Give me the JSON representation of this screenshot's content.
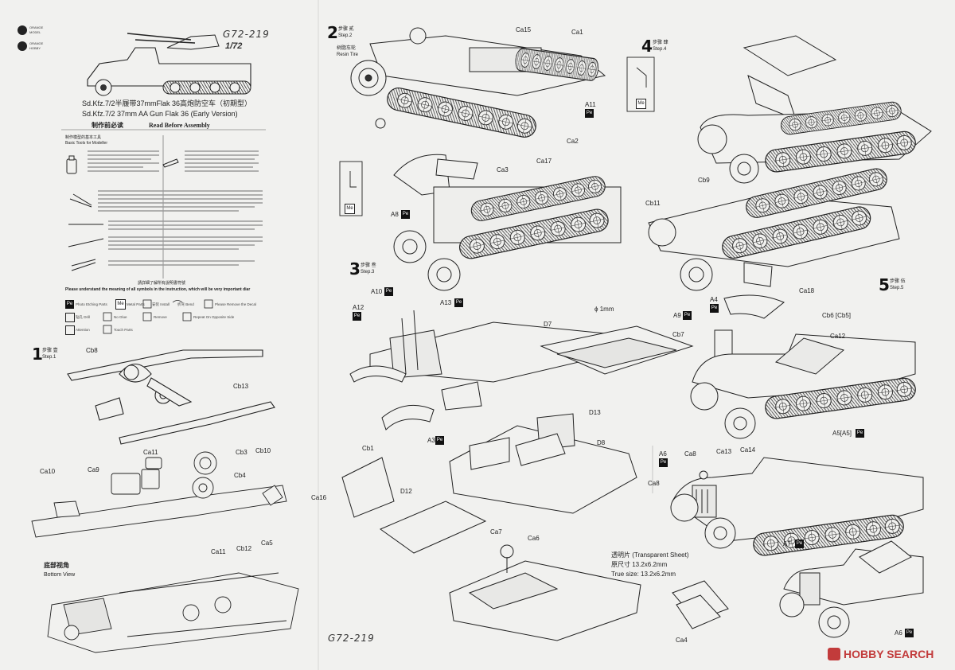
{
  "sheet_code_top": "G72-219",
  "sheet_code_bottom": "G72-219",
  "scale": "1/72",
  "brand": {
    "name": "ORANGE HOBBY",
    "line1": "ORANGE",
    "line2": "HOBBY",
    "line3": "ORANGE",
    "line4": "MODEL"
  },
  "title_cn": "Sd.Kfz.7/2半履带37mmFlak 36高炮防空车（初期型）",
  "title_en": "Sd.Kfz.7/2  37mm AA Gun Flak 36 (Early Version)",
  "read_before": {
    "cn": "制作前必读",
    "en": "Read Before Assembly",
    "tools_cn": "制作模型的基本工具",
    "tools_en": "Basic Tools for Modeller",
    "note": "Please understand the meaning of all symbols in the instruction, which will be very important diar",
    "note_cn": "請詳細了解所有說明書符號"
  },
  "legend": {
    "pe": "Pe",
    "pe_text": "Photo Etching Parts",
    "me": "Me",
    "me_text": "Metal Parts",
    "install_text": "安装 Install",
    "bend_text": "折弯 Bend",
    "nodecal_text": "Please Remove the Decal",
    "drill_text": "钻孔 Drill",
    "noglue_text": "No Glue",
    "remove_text": "Remove",
    "repeat_text": "Repeat On Opposite Side",
    "attention_text": "Attention",
    "touch_text": "Touch Parts"
  },
  "steps": [
    {
      "num": "1",
      "cn": "步骤 壹",
      "en": "Step.1"
    },
    {
      "num": "2",
      "cn": "步骤 贰",
      "en": "Step.2"
    },
    {
      "num": "3",
      "cn": "步骤 叁",
      "en": "Step.3"
    },
    {
      "num": "4",
      "cn": "步骤 肆",
      "en": "Step.4"
    },
    {
      "num": "5",
      "cn": "步骤 伍",
      "en": "Step.5"
    }
  ],
  "bottom_view": {
    "cn": "底部视角",
    "en": "Bottom View"
  },
  "resin_tire": {
    "cn": "树脂车轮",
    "en": "Resin Tire"
  },
  "diameter": "ϕ 1mm",
  "transparent": {
    "cn": "透明片 (Transparent Sheet)",
    "size_cn": "原尺寸 13.2x6.2mm",
    "size_en": "True size: 13.2x6.2mm"
  },
  "labels": {
    "step1": [
      "Cb8",
      "Cb13",
      "Cb10",
      "Ca11",
      "Cb3",
      "Cb4",
      "Ca10",
      "Ca9",
      "Ca11",
      "Cb12",
      "Ca5"
    ],
    "step2": [
      "Ca15",
      "Ca1",
      "A11",
      "Ca2",
      "Ca17",
      "Ca3",
      "A8"
    ],
    "step3": [
      "A10",
      "A12",
      "A13",
      "D7",
      "Cb1",
      "D13",
      "A3",
      "D8",
      "Ca16",
      "D12",
      "Ca7",
      "Ca6"
    ],
    "step4": [
      "Cb9",
      "Cb11"
    ],
    "step5": [
      "A9",
      "A4",
      "Ca18",
      "Cb7",
      "Cb6 [Cb5]",
      "Ca12",
      "A5[A5]",
      "A6",
      "Ca8",
      "Ca13",
      "Ca14",
      "Ca8",
      "A7",
      "Ca4",
      "A6"
    ]
  },
  "watermark": {
    "text": "HOBBY SEARCH"
  }
}
